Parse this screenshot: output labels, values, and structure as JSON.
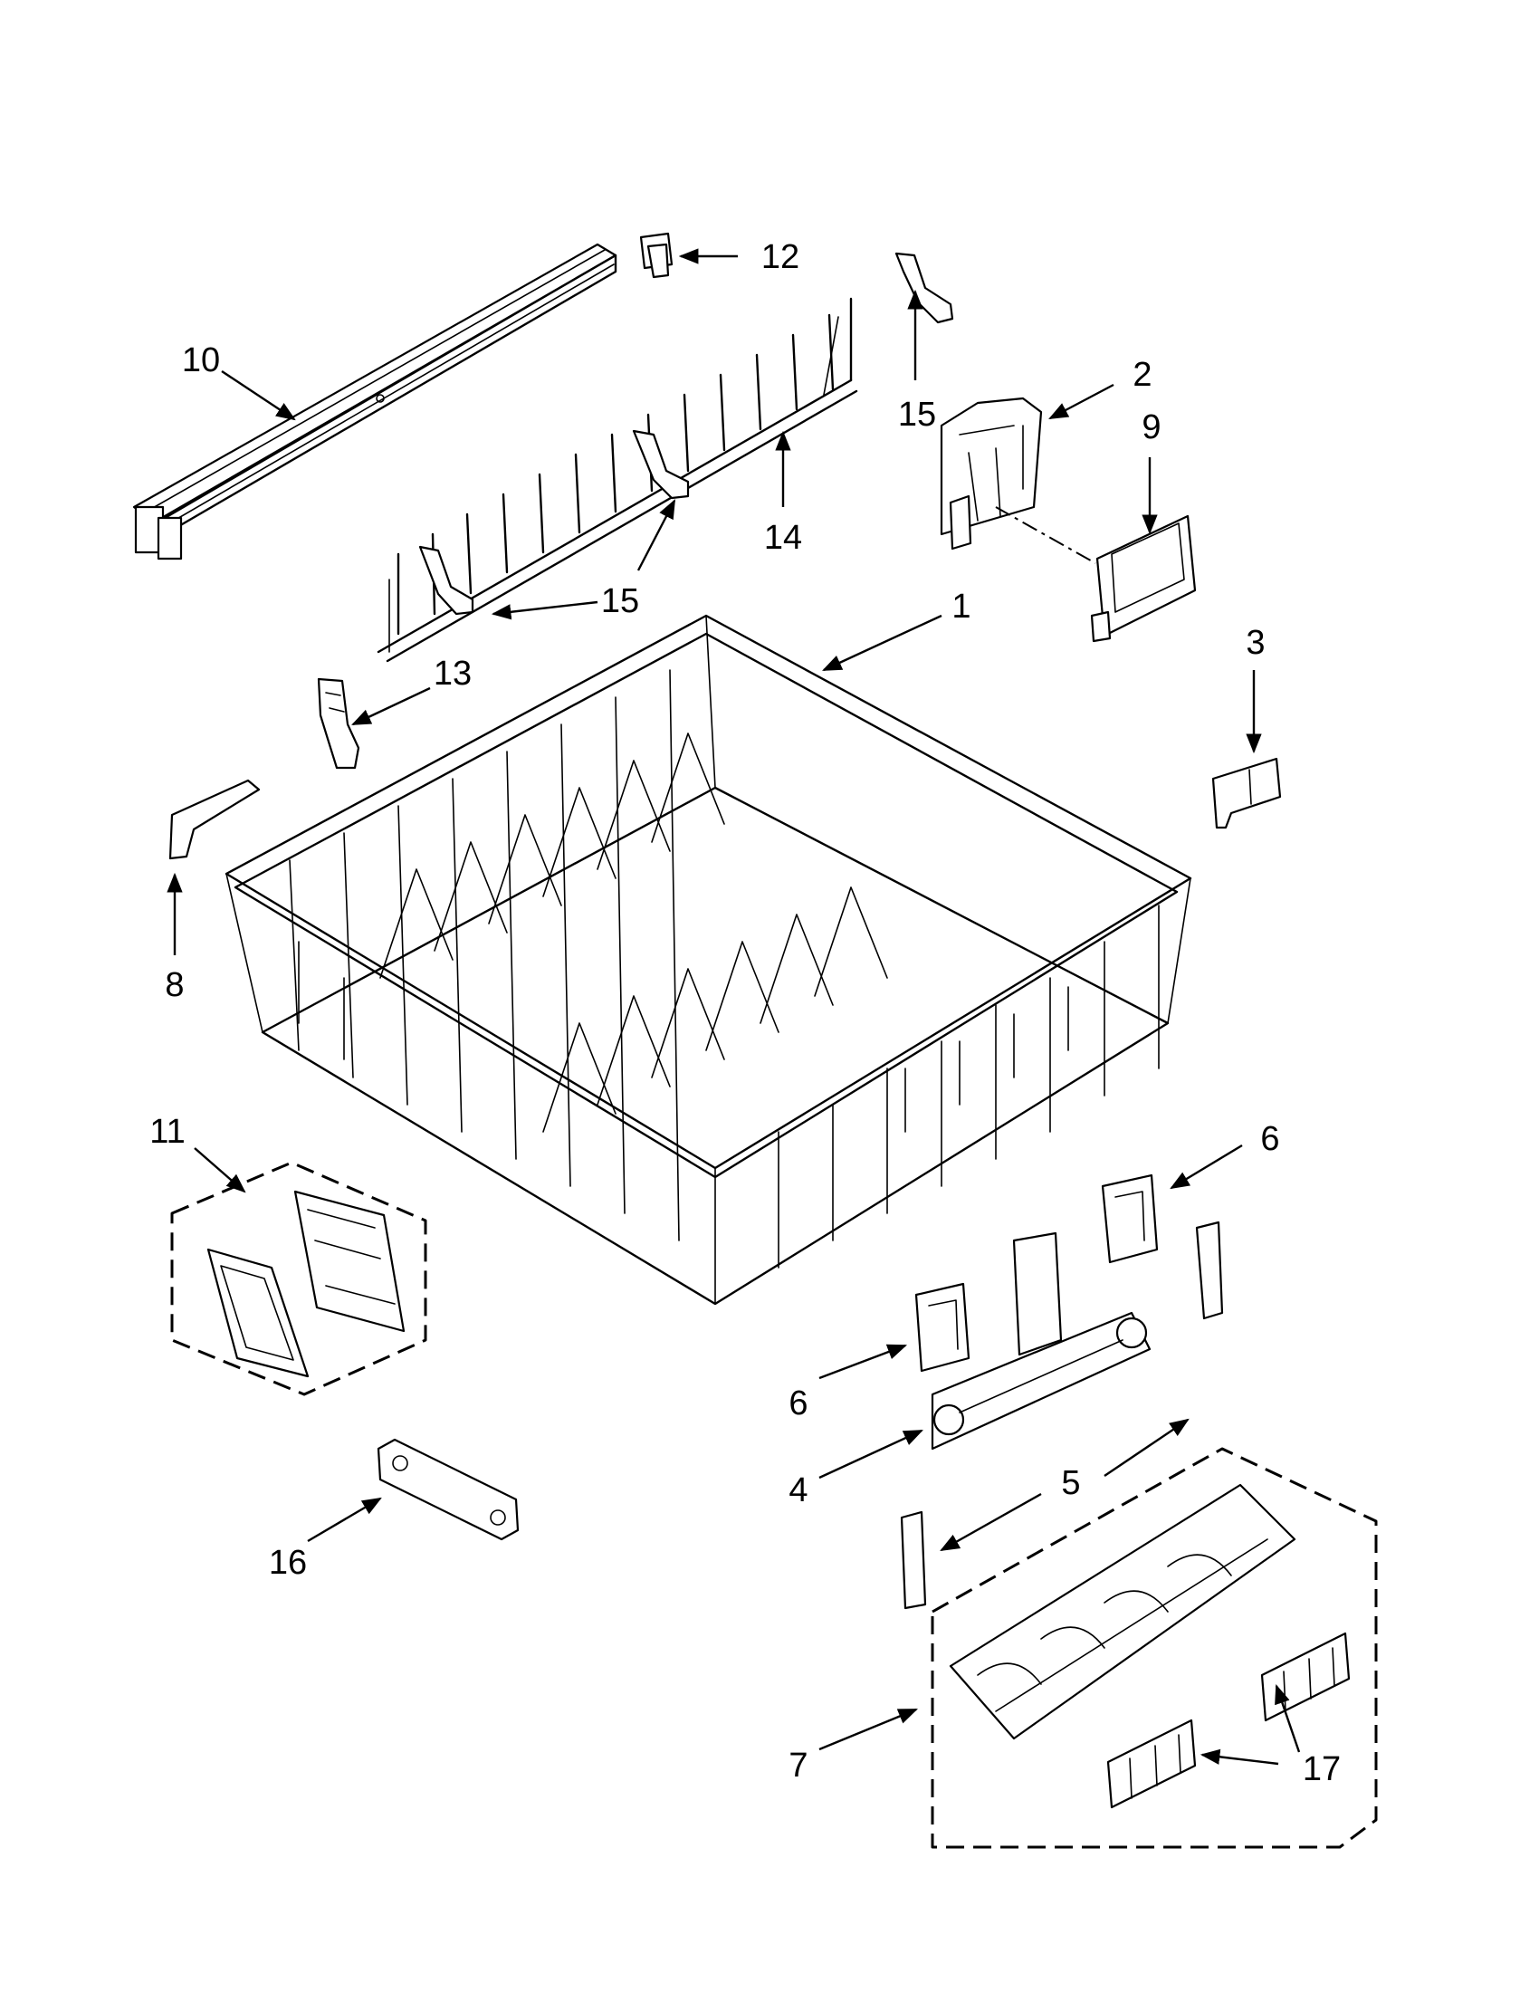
{
  "callouts": {
    "c1": "1",
    "c2": "2",
    "c3": "3",
    "c4": "4",
    "c5": "5",
    "c6a": "6",
    "c6b": "6",
    "c7": "7",
    "c8": "8",
    "c9": "9",
    "c10": "10",
    "c11": "11",
    "c12": "12",
    "c13": "13",
    "c14": "14",
    "c15a": "15",
    "c15b": "15",
    "c16": "16",
    "c17": "17"
  },
  "colors": {
    "ink": "#000000",
    "paper": "#ffffff"
  }
}
